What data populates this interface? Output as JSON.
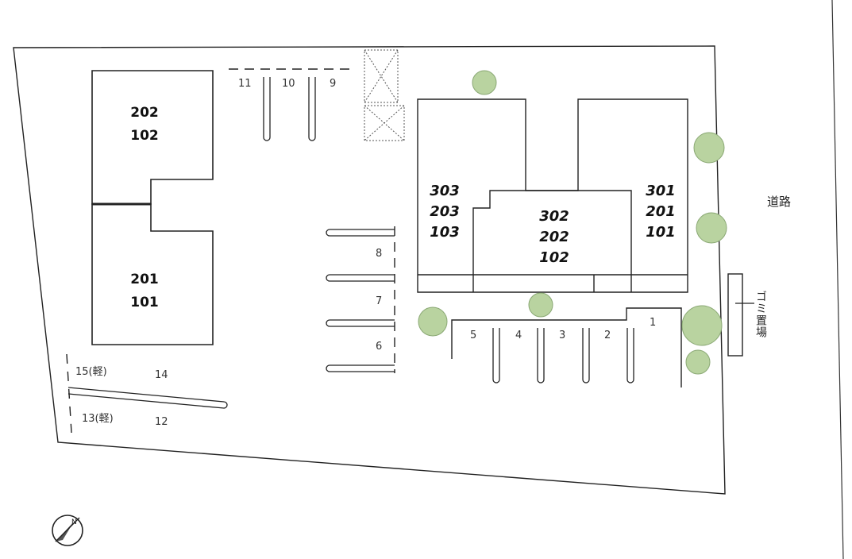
{
  "buildings": {
    "west_north": {
      "units": [
        "202",
        "102"
      ]
    },
    "west_south": {
      "units": [
        "201",
        "101"
      ]
    },
    "east_left": {
      "units": [
        "303",
        "203",
        "103"
      ]
    },
    "east_center": {
      "units": [
        "302",
        "202",
        "102"
      ]
    },
    "east_right": {
      "units": [
        "301",
        "201",
        "101"
      ]
    }
  },
  "parking": {
    "north": [
      "11",
      "10",
      "9"
    ],
    "middle": [
      "8",
      "7",
      "6"
    ],
    "south_east": [
      "5",
      "4",
      "3",
      "2",
      "1"
    ],
    "west": [
      "15(軽)",
      "14",
      "13(軽)",
      "12"
    ]
  },
  "labels": {
    "road": "道路",
    "garbage": "ゴミ置場"
  },
  "compass": {
    "icon": "compass-north-arrow-icon"
  },
  "colors": {
    "tree": "#b9d3a0",
    "tree_stroke": "#8aa874",
    "line": "#222222"
  }
}
